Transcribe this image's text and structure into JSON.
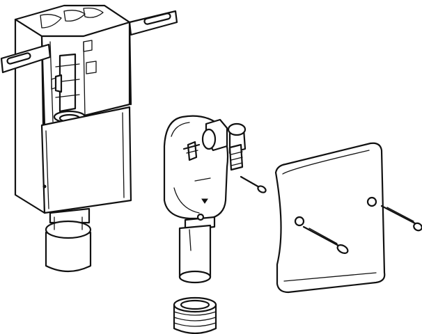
{
  "figure": {
    "kind": "exploded-assembly-line-drawing",
    "parts": [
      "concealed-box",
      "siphon-body",
      "cover-plate",
      "mounting-screw",
      "mounting-screw",
      "mounting-screw",
      "threaded-adapter-ring"
    ],
    "colors": {
      "line": "#111111",
      "background": "#ffffff"
    }
  }
}
